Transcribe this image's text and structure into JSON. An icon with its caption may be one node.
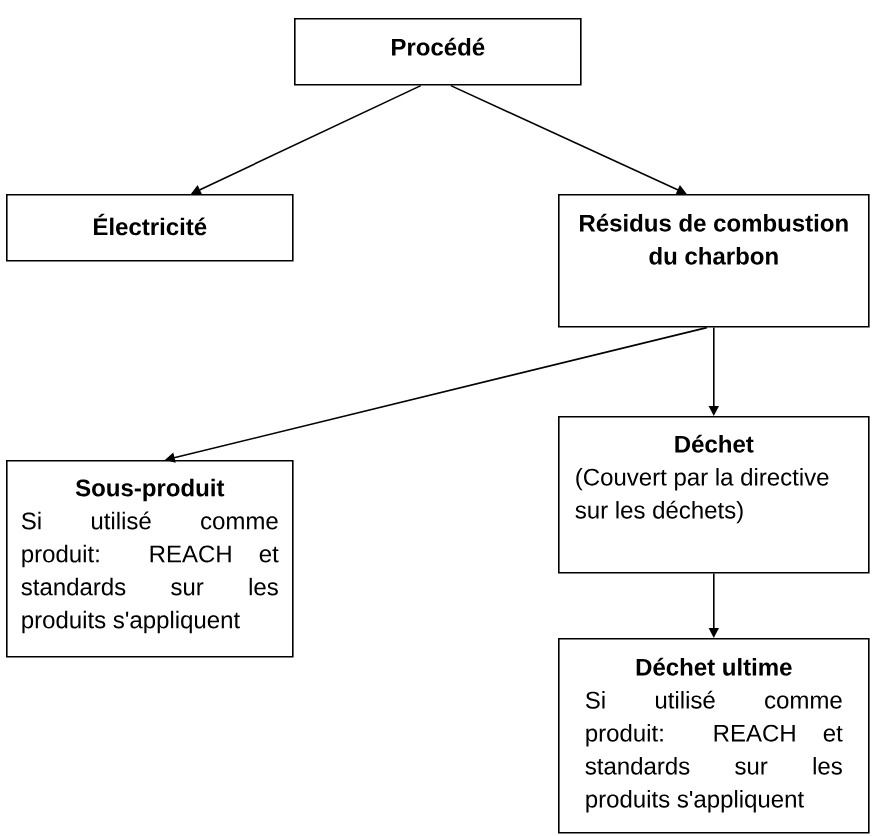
{
  "diagram": {
    "nodes": [
      {
        "text": [
          "Procédé"
        ]
      },
      {
        "text": [
          "Électricité"
        ]
      },
      {
        "text": [
          "Résidus de combustion du charbon"
        ]
      },
      {
        "text": [
          "Sous-produit",
          "Si utilisé comme produit: REACH et standards sur les produits s'appliquent"
        ]
      },
      {
        "text": [
          "Déchet",
          "(Couvert par la directive sur les déchets)"
        ]
      },
      {
        "text": [
          "Déchet ultime",
          "Si utilisé comme produit: REACH et standards sur les produits s'appliquent"
        ]
      }
    ],
    "edges": [
      {
        "from": 0,
        "to": 1,
        "arrow": "to"
      },
      {
        "from": 0,
        "to": 2,
        "arrow": "to"
      },
      {
        "from": 2,
        "to": 3,
        "arrow": "to"
      },
      {
        "from": 2,
        "to": 4,
        "arrow": "to"
      },
      {
        "from": 4,
        "to": 5,
        "arrow": "to"
      }
    ]
  }
}
